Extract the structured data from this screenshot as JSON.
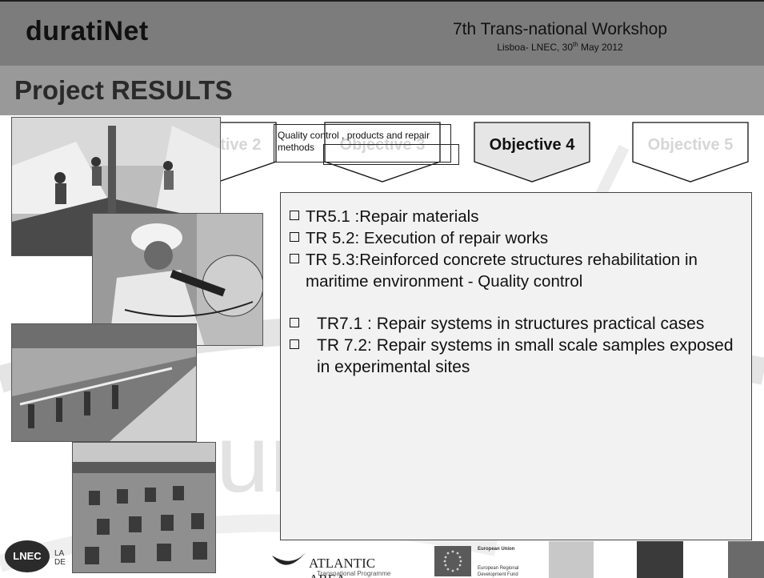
{
  "header": {
    "brand": "duratiNet",
    "workshop_title": "7th Trans-national Workshop",
    "workshop_location": "Lisboa- LNEC,  30",
    "workshop_date_sup": "th",
    "workshop_date_rest": " May 2012"
  },
  "page_title": "Project RESULTS",
  "objectives": [
    {
      "label": "Objective 2"
    },
    {
      "label": "Objective 3"
    },
    {
      "label": "Objective 4"
    },
    {
      "label": "Objective 5"
    }
  ],
  "quality_note": "Quality control , products and repair methods",
  "results": {
    "group1": [
      "TR5.1 :Repair materials",
      "TR 5.2: Execution of repair works",
      "TR 5.3:Reinforced concrete structures rehabilitation in maritime environment - Quality control"
    ],
    "group2": [
      "TR7.1 : Repair systems in structures practical cases",
      "TR 7.2: Repair systems in small scale samples exposed in experimental sites"
    ]
  },
  "footer": {
    "lnec_logo": "LNEC",
    "lnec_text_1": "LA",
    "lnec_text_2": "DE",
    "atlantic_title": "ATLANTIC AREA",
    "atlantic_sub": "Transnational Programme",
    "eu_title": "European Union",
    "eu_sub": "European Regional Development Fund"
  },
  "colors": {
    "header": "#7c7c7c",
    "title_bar": "#999999",
    "content_box": "#f2f2f2",
    "active_objective": "#e6e6e6"
  }
}
